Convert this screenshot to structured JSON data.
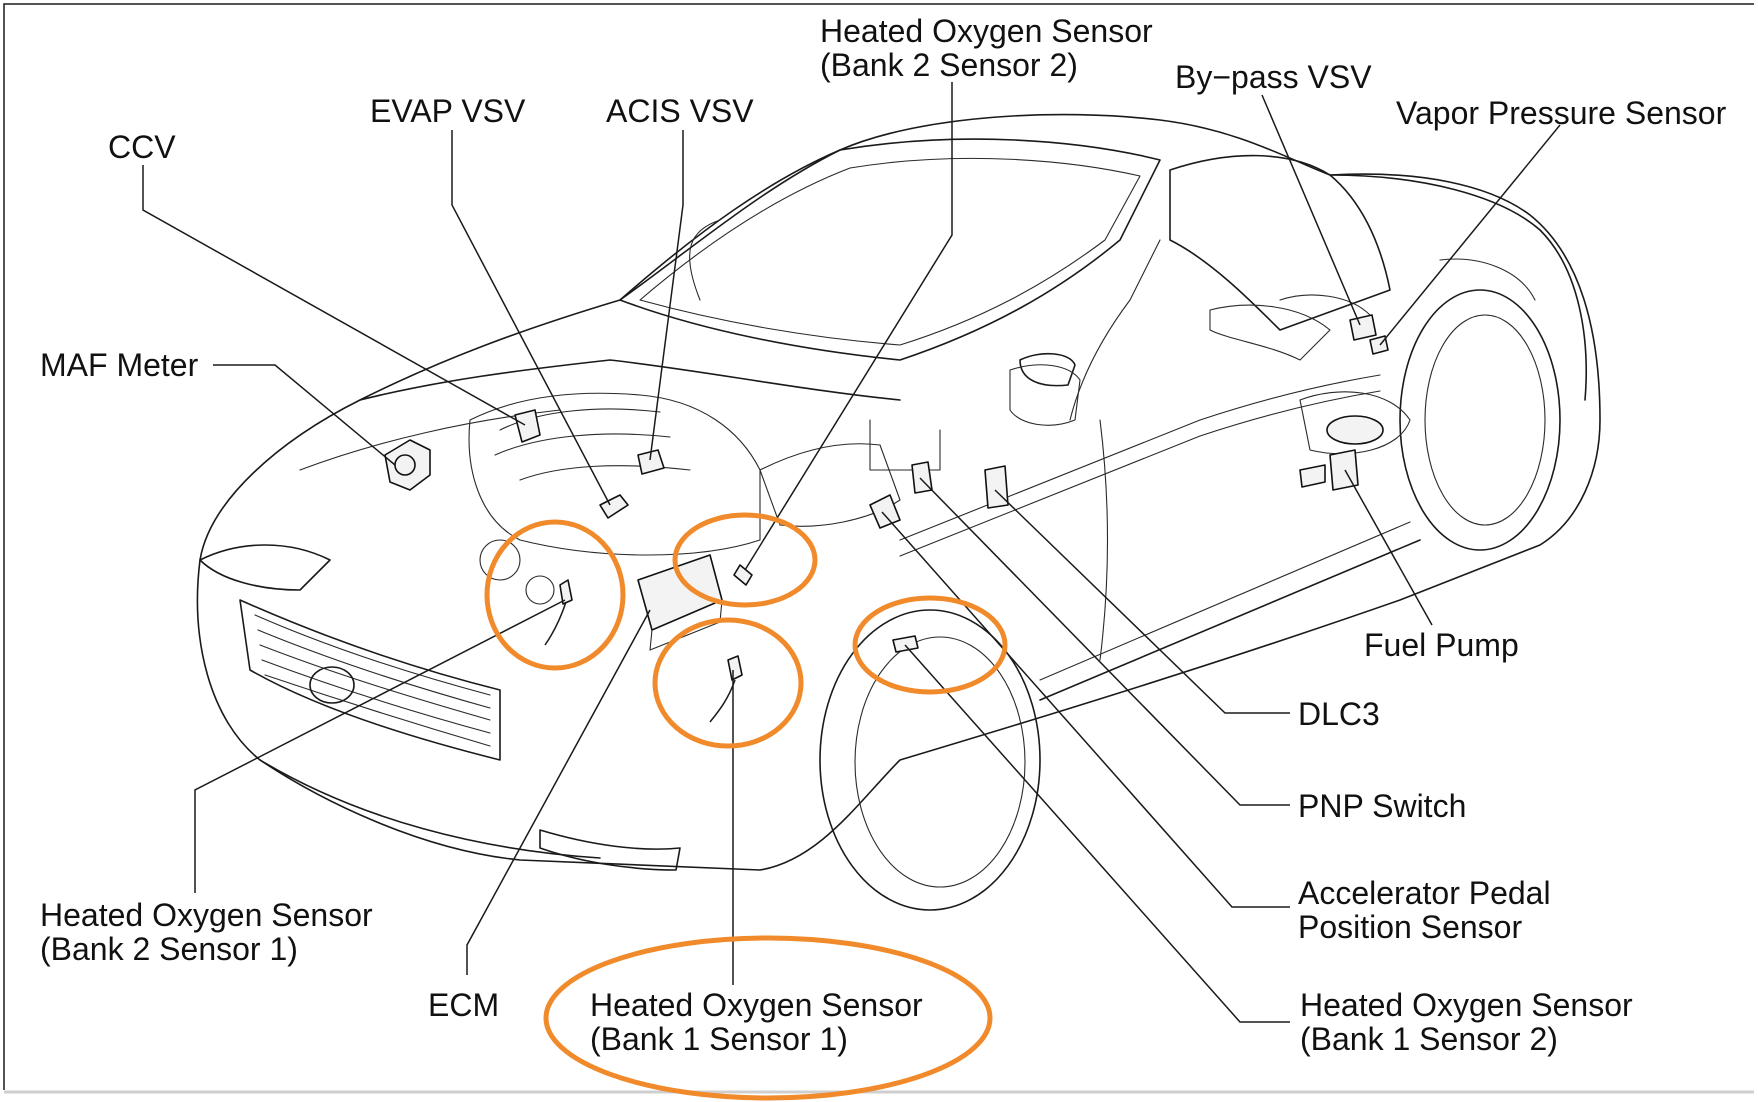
{
  "colors": {
    "highlight": "#F08A2B",
    "ink": "#111111",
    "frame": "#000000"
  },
  "labels": {
    "heated_o2_bank2_sensor2": [
      "Heated Oxygen Sensor",
      "(Bank 2 Sensor 2)"
    ],
    "bypass_vsv": [
      "By−pass VSV"
    ],
    "vapor_pressure_sensor": [
      "Vapor Pressure Sensor"
    ],
    "evap_vsv": [
      "EVAP VSV"
    ],
    "acis_vsv": [
      "ACIS VSV"
    ],
    "ccv": [
      "CCV"
    ],
    "maf_meter": [
      "MAF Meter"
    ],
    "fuel_pump": [
      "Fuel Pump"
    ],
    "dlc3": [
      "DLC3"
    ],
    "pnp_switch": [
      "PNP Switch"
    ],
    "accelerator_pedal_position_sensor": [
      "Accelerator Pedal",
      "Position Sensor"
    ],
    "heated_o2_bank1_sensor2": [
      "Heated Oxygen Sensor",
      "(Bank 1 Sensor 2)"
    ],
    "heated_o2_bank2_sensor1": [
      "Heated Oxygen Sensor",
      "(Bank 2 Sensor 1)"
    ],
    "ecm": [
      "ECM"
    ],
    "heated_o2_bank1_sensor1": [
      "Heated Oxygen Sensor",
      "(Bank 1 Sensor 1)"
    ]
  }
}
